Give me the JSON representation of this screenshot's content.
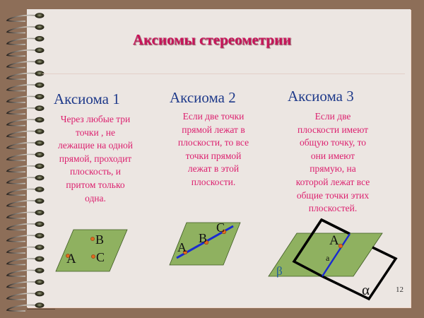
{
  "slide": {
    "title": "Аксиомы стереометрии",
    "page_number": "12"
  },
  "axioms": [
    {
      "heading": "Аксиома 1",
      "lines": [
        "Через любые три",
        "точки , не",
        "лежащие на одной",
        "прямой, проходит",
        "плоскость, и",
        "притом только",
        "одна."
      ]
    },
    {
      "heading": "Аксиома 2",
      "lines": [
        "Если две точки",
        "прямой лежат в",
        "плоскости, то все",
        "точки прямой",
        "лежат в этой",
        "плоскости."
      ]
    },
    {
      "heading": "Аксиома 3",
      "lines": [
        "Если две",
        "плоскости имеют",
        "общую точку, то",
        "они имеют",
        "прямую, на",
        "которой лежат все",
        "общие точки этих",
        "плоскостей."
      ]
    }
  ],
  "diagrams": {
    "d1": {
      "labels": {
        "A": "A",
        "B": "B",
        "C": "C"
      }
    },
    "d2": {
      "labels": {
        "A": "A",
        "B": "B",
        "C": "C"
      }
    },
    "d3": {
      "labels": {
        "A": "A",
        "line": "a",
        "beta": "β",
        "alpha": "α"
      }
    }
  },
  "colors": {
    "background_frame": "#8d6e58",
    "page": "#ece6e2",
    "title": "#c8145a",
    "heading": "#1f3a8a",
    "body_text": "#dc1f6e",
    "plane_fill": "#8fb160",
    "line": "#1a2bd0",
    "point": "#e06a20"
  }
}
